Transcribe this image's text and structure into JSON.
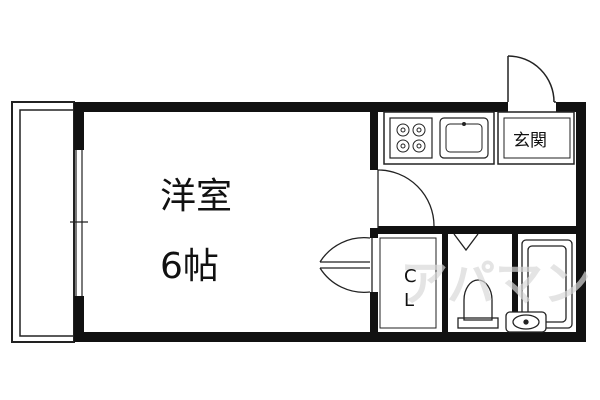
{
  "plan": {
    "room_name": "洋室",
    "room_size": "6帖",
    "entrance_label": "玄関",
    "closet_label_top": "C",
    "closet_label_bottom": "L",
    "watermark_text": "アパマン"
  },
  "colors": {
    "wall": "#111111",
    "floor_bath": "#ffffff",
    "watermark": "#d9d9d9"
  }
}
